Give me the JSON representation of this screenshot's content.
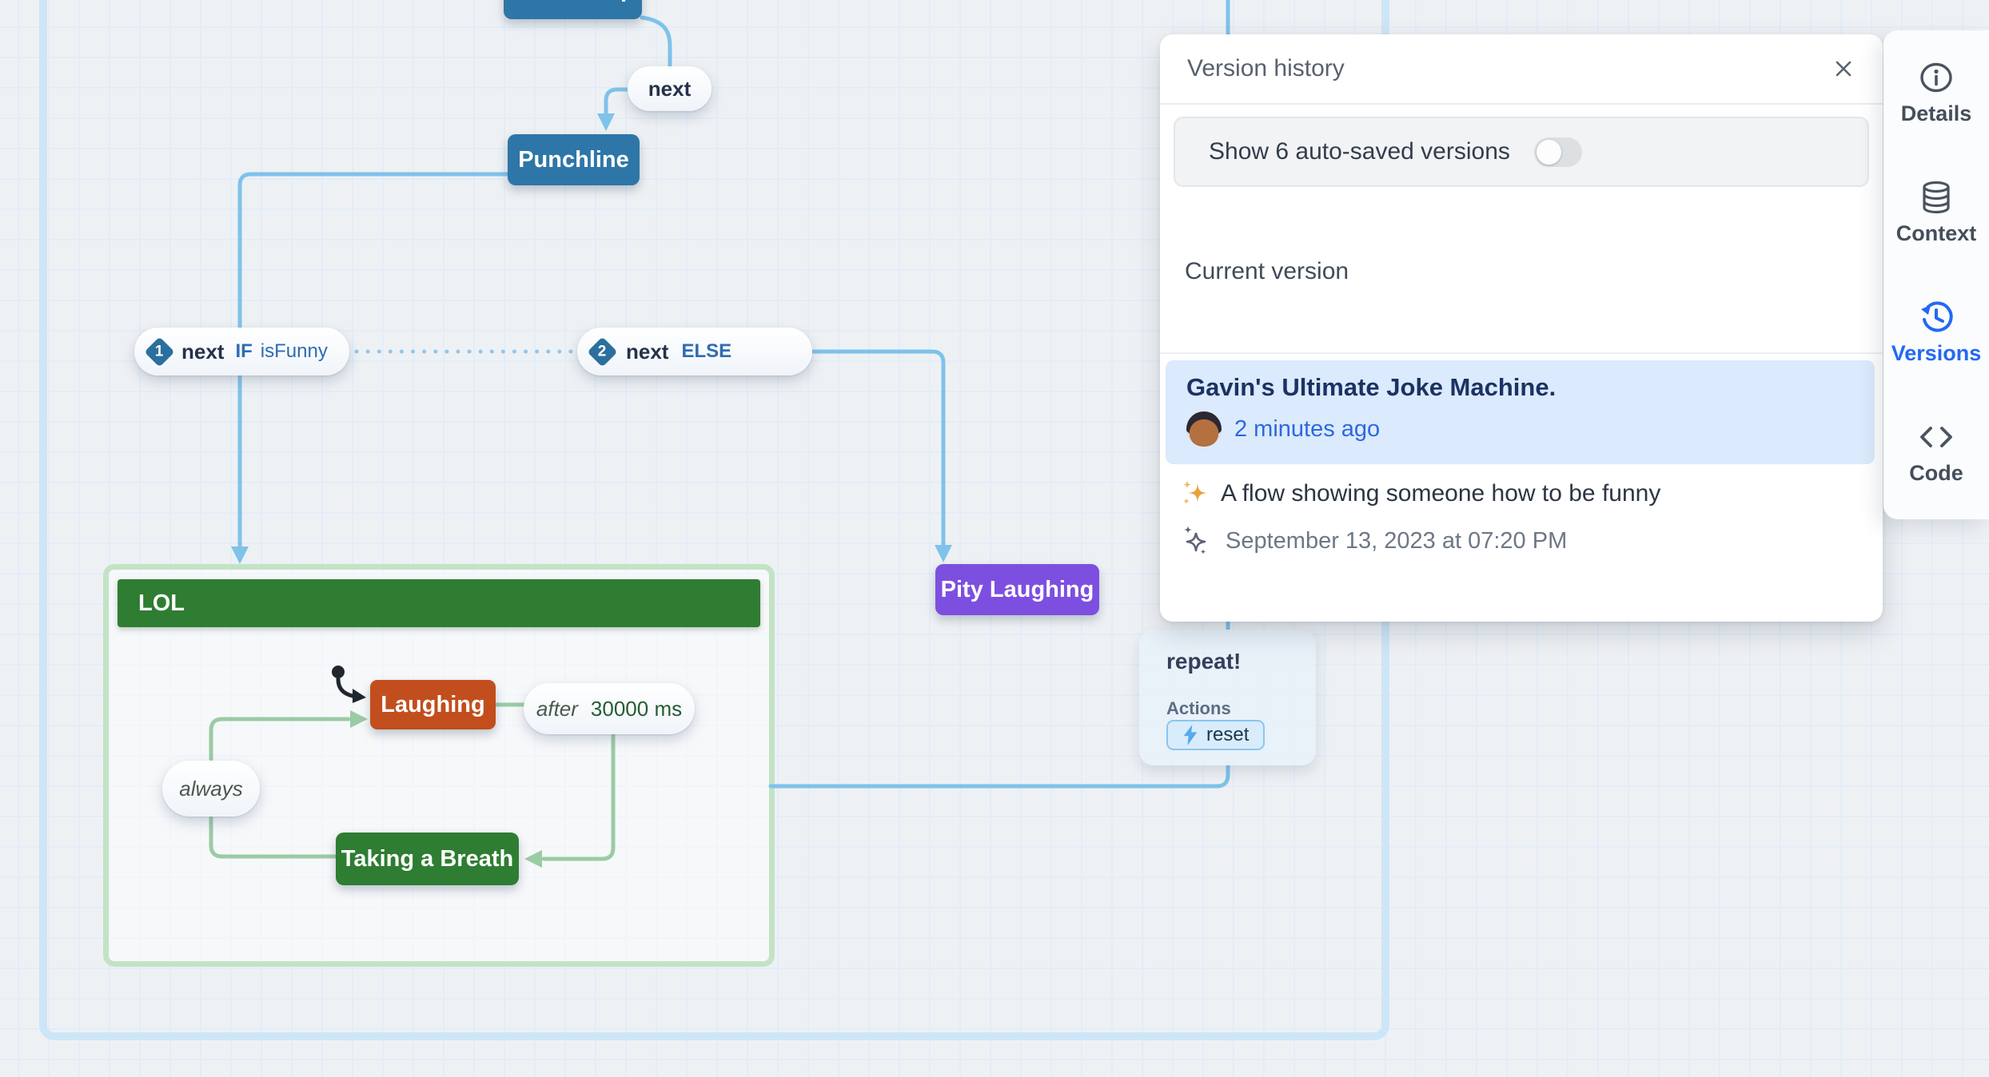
{
  "canvas": {
    "nodes": {
      "joke_setup": {
        "label": "Joke Setup",
        "color": "#2e76a8"
      },
      "punchline": {
        "label": "Punchline",
        "color": "#2e76a8"
      },
      "pity_laughing": {
        "label": "Pity Laughing",
        "color": "#7d4fe0"
      },
      "lol_group": {
        "label": "LOL",
        "header_color": "#2e7d32"
      },
      "laughing": {
        "label": "Laughing",
        "color": "#c24e1d"
      },
      "taking_a_breath": {
        "label": "Taking a Breath",
        "color": "#2e7d32"
      }
    },
    "edges": {
      "next_pill_label": "next",
      "transition1": {
        "number": "1",
        "event": "next",
        "keyword": "IF",
        "guard": "isFunny"
      },
      "transition2": {
        "number": "2",
        "event": "next",
        "keyword": "ELSE"
      },
      "always_label": "always",
      "after_keyword": "after",
      "after_delay": "30000 ms",
      "edge_color_blue": "#7fc2ea",
      "edge_color_green": "#9bcba4",
      "frame_color": "#cde6f7"
    },
    "repeat_card": {
      "title": "repeat!",
      "actions_heading": "Actions",
      "reset_button": "reset"
    }
  },
  "version_panel": {
    "title": "Version history",
    "toggle_label": "Show 6 auto-saved versions",
    "toggle_state": "off",
    "section_heading": "Current version",
    "current_version": {
      "title": "Gavin's Ultimate Joke Machine.",
      "time": "2 minutes ago"
    },
    "flow_description": "A flow showing someone how to be funny",
    "flow_timestamp": "September 13, 2023 at 07:20 PM"
  },
  "sidebar": {
    "items": [
      {
        "label": "Details",
        "icon": "info-icon",
        "active": false
      },
      {
        "label": "Context",
        "icon": "database-icon",
        "active": false
      },
      {
        "label": "Versions",
        "icon": "history-icon",
        "active": true
      },
      {
        "label": "Code",
        "icon": "code-icon",
        "active": false
      }
    ],
    "active_color": "#2368f4"
  }
}
